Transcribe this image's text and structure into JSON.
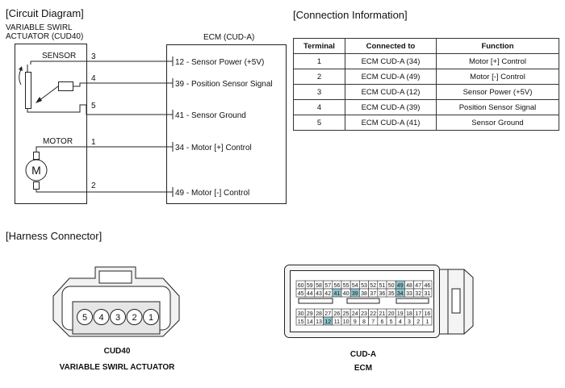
{
  "circuit": {
    "title": "[Circuit Diagram]",
    "actuator_label_1": "VARIABLE SWIRL",
    "actuator_label_2": "ACTUATOR (CUD40)",
    "ecm_label": "ECM (CUD-A)",
    "sensor_label": "SENSOR",
    "motor_label": "MOTOR",
    "motor_symbol": "M",
    "actuator_pins": [
      "3",
      "4",
      "5",
      "1",
      "2"
    ],
    "ecm_pins": [
      "12 - Sensor Power (+5V)",
      "39 - Position Sensor Signal",
      "41 - Sensor Ground",
      "34 - Motor [+] Control",
      "49 - Motor [-] Control"
    ]
  },
  "connection": {
    "title": "[Connection Information]",
    "headers": [
      "Terminal",
      "Connected to",
      "Function"
    ],
    "rows": [
      [
        "1",
        "ECM CUD-A (34)",
        "Motor [+] Control"
      ],
      [
        "2",
        "ECM CUD-A (49)",
        "Motor [-] Control"
      ],
      [
        "3",
        "ECM CUD-A (12)",
        "Sensor Power (+5V)"
      ],
      [
        "4",
        "ECM CUD-A (39)",
        "Position Sensor Signal"
      ],
      [
        "5",
        "ECM CUD-A (41)",
        "Sensor Ground"
      ]
    ]
  },
  "harness": {
    "title": "[Harness Connector]",
    "cud40_pins": [
      "5",
      "4",
      "3",
      "2",
      "1"
    ],
    "cud40_name": "CUD40",
    "cud40_desc": "VARIABLE SWIRL ACTUATOR",
    "ecm_name": "CUD-A",
    "ecm_desc": "ECM",
    "ecm_rows": [
      [
        "60",
        "59",
        "58",
        "57",
        "56",
        "55",
        "54",
        "53",
        "52",
        "51",
        "50",
        "49",
        "48",
        "47",
        "46"
      ],
      [
        "45",
        "44",
        "43",
        "42",
        "41",
        "40",
        "39",
        "38",
        "37",
        "36",
        "35",
        "34",
        "33",
        "32",
        "31"
      ],
      [
        "30",
        "29",
        "28",
        "27",
        "26",
        "25",
        "24",
        "23",
        "22",
        "21",
        "20",
        "19",
        "18",
        "17",
        "16"
      ],
      [
        "15",
        "14",
        "13",
        "12",
        "11",
        "10",
        "9",
        "8",
        "7",
        "6",
        "5",
        "4",
        "3",
        "2",
        "1"
      ]
    ],
    "highlighted_pins": [
      "49",
      "41",
      "39",
      "34",
      "12"
    ],
    "highlight_color": "#8fc3cc"
  }
}
